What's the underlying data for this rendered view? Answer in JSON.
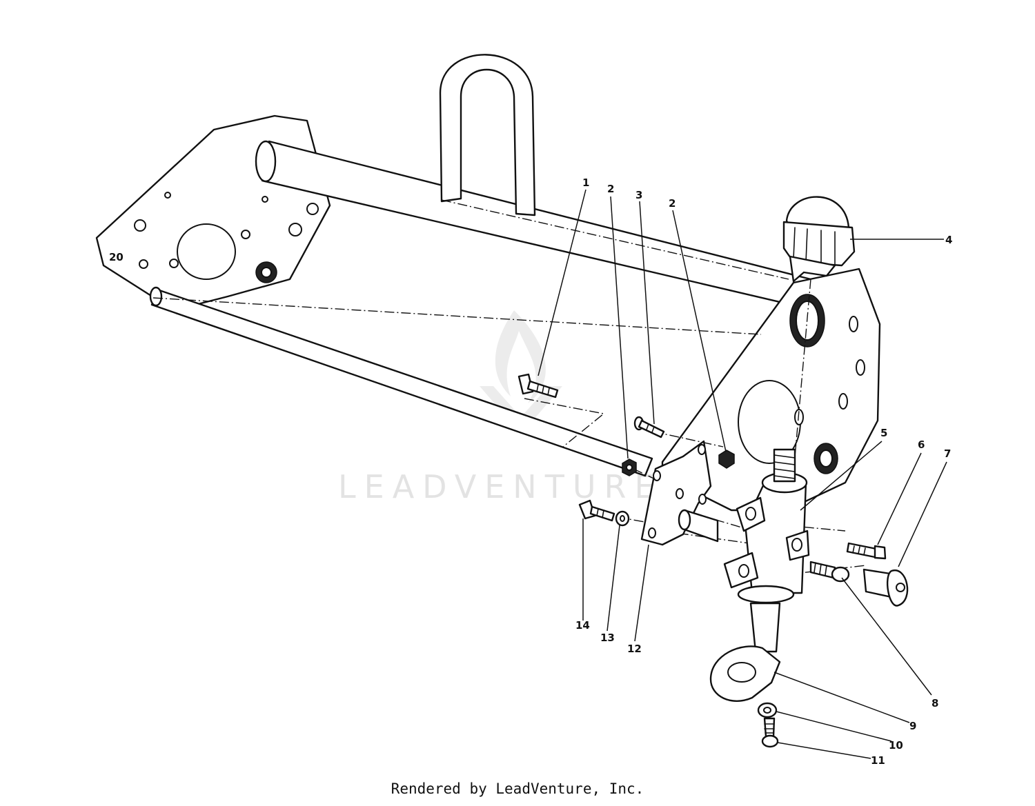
{
  "watermark": {
    "text": "LEADVENTURE"
  },
  "footer": {
    "text": "Rendered by LeadVenture, Inc."
  },
  "callouts": [
    {
      "id": "c1",
      "label": "1"
    },
    {
      "id": "c2a",
      "label": "2"
    },
    {
      "id": "c3",
      "label": "3"
    },
    {
      "id": "c2b",
      "label": "2"
    },
    {
      "id": "c4",
      "label": "4"
    },
    {
      "id": "c5",
      "label": "5"
    },
    {
      "id": "c6",
      "label": "6"
    },
    {
      "id": "c7",
      "label": "7"
    },
    {
      "id": "c8",
      "label": "8"
    },
    {
      "id": "c9",
      "label": "9"
    },
    {
      "id": "c10",
      "label": "10"
    },
    {
      "id": "c11",
      "label": "11"
    },
    {
      "id": "c12",
      "label": "12"
    },
    {
      "id": "c13",
      "label": "13"
    },
    {
      "id": "c14",
      "label": "14"
    }
  ]
}
